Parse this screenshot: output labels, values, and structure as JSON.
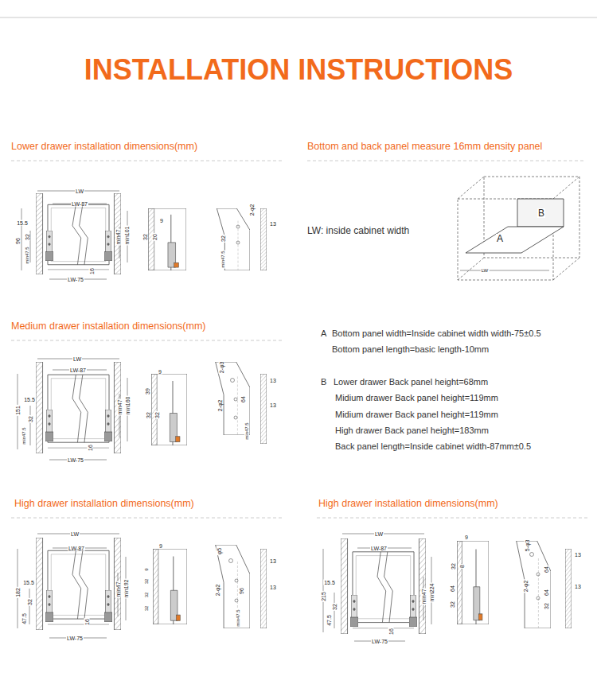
{
  "diagram": {
    "title": "INSTALLATION INSTRUCTIONS",
    "labels": [
      "Lower drawer installation dimensions(mm)",
      "Bottom and back panel measure 16mm density panel",
      "LW",
      "LW-87",
      "15.5",
      "96",
      "32",
      "min47.5",
      "min47",
      "min101",
      "16",
      "LW-75",
      "9",
      "32",
      "20",
      "2-φ2",
      "32",
      "min47.5",
      "13",
      "LW: inside cabinet width",
      "B",
      "A",
      "LW",
      "Medium drawer installation dimensions(mm)",
      "LW",
      "LW-87",
      "15.5",
      "151",
      "32",
      "min47.5",
      "min47",
      "min160",
      "16",
      "LW-75",
      "9",
      "39",
      "32",
      "32",
      "2-φ3",
      "2-φ2",
      "64",
      "min47.5",
      "13",
      "13",
      "A",
      "Bottom panel width=Inside cabinet width width-75±0.5",
      "Bottom panel length=basic length-10mm",
      "B",
      "Lower drawer Back panel height=68mm",
      "Midium drawer Back panel height=119mm",
      "Midium drawer Back panel height=119mm",
      "High drawer Back panel height=183mm",
      "Back panel length=Inside cabinet width-87mm±0.5",
      "High drawer installation dimensions(mm)",
      "LW",
      "LW-87",
      "15.5",
      "182",
      "32",
      "47.5",
      "min47",
      "min192",
      "16",
      "LW-75",
      "9",
      "32",
      "32",
      "32",
      "9",
      "φ5",
      "2-φ2",
      "96",
      "min47.5",
      "13",
      "13",
      "High drawer installation dimensions(mm)",
      "LW",
      "LW-87",
      "15.5",
      "215",
      "32",
      "47.5",
      "min47",
      "min224",
      "16",
      "LW-75",
      "9",
      "32",
      "8",
      "64",
      "32",
      "5-φ3",
      "2-φ2",
      "64",
      "64",
      "32",
      "13",
      "13"
    ]
  }
}
